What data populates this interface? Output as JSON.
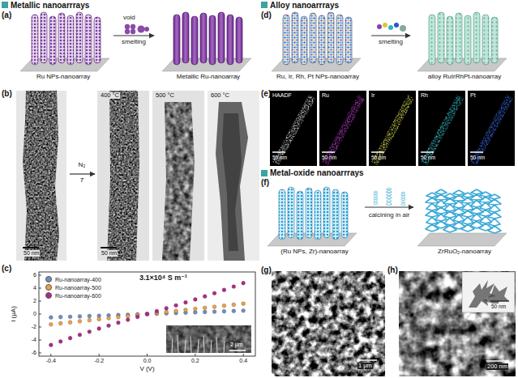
{
  "diagram": {
    "labels": [
      "Metallic nanoarrrays",
      "(a)",
      "void",
      "smelting",
      "Ru NPs-nanoarray",
      "Metallic Ru-nanoarray",
      "(b)",
      "50 nm",
      "N₂",
      "T",
      "400 °C",
      "500 °C",
      "600 °C",
      "50 nm",
      "(c)",
      "3.1×10⁴ S m⁻¹",
      "6",
      "4",
      "2",
      "0",
      "-2",
      "-4",
      "-6",
      "-0.4",
      "-0.2",
      "0.0",
      "0.2",
      "0.4",
      "I (μA)",
      "V (V)",
      "2 μm",
      "Alloy nanoarrrays",
      "(d)",
      "Ru, Ir, Rh, Pt NPs-nanoarray",
      "smelting",
      "alloy RuIrRhPt-nanoarray",
      "(e)",
      "HAADF",
      "Ru",
      "Ir",
      "Rh",
      "Pt",
      "50 nm",
      "50 nm",
      "50 nm",
      "50 nm",
      "50 nm",
      "Metal-oxide nanoarrrays",
      "(f)",
      "(Ru NPs, Zr)-nanoarray",
      "calcining in air",
      "ZrRuO₂-nanoarray",
      "(g)",
      "1 μm",
      "(h)",
      "200 nm",
      "50 nm"
    ],
    "legend": [
      {
        "text": "Ru-nanoarray-400",
        "color": "#6f8fc0"
      },
      {
        "text": "Ru-nanoarray-500",
        "color": "#f0a040"
      },
      {
        "text": "Ru-nanoarray-600",
        "color": "#b0288c"
      }
    ]
  }
}
